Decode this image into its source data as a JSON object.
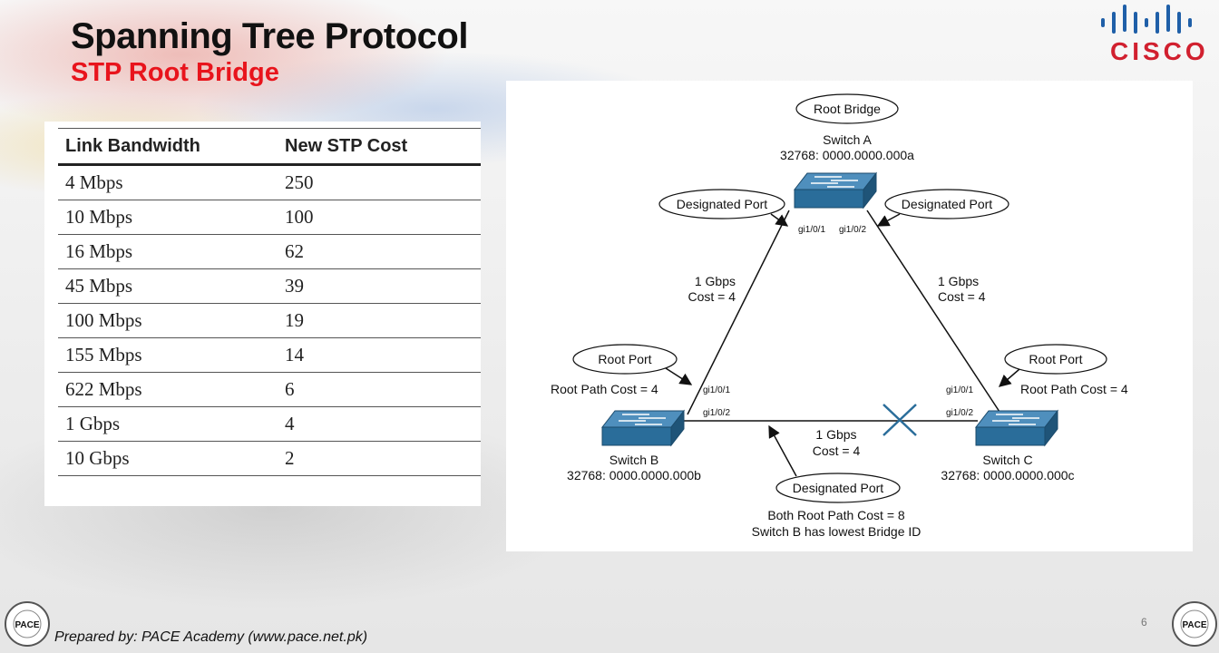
{
  "header": {
    "title": "Spanning Tree Protocol",
    "subtitle": "STP Root Bridge",
    "brand": {
      "name": "cisco-logo",
      "color": "#d1202f",
      "bar_color": "#1f5fa8"
    }
  },
  "cost_table": {
    "headers": [
      "Link Bandwidth",
      "New STP Cost"
    ],
    "rows": [
      [
        "4 Mbps",
        "250"
      ],
      [
        "10 Mbps",
        "100"
      ],
      [
        "16 Mbps",
        "62"
      ],
      [
        "45 Mbps",
        "39"
      ],
      [
        "100 Mbps",
        "19"
      ],
      [
        "155 Mbps",
        "14"
      ],
      [
        "622 Mbps",
        "6"
      ],
      [
        "1 Gbps",
        "4"
      ],
      [
        "10 Gbps",
        "2"
      ]
    ]
  },
  "diagram": {
    "switch_color": "#2a6d9a",
    "switch_a": {
      "role": "Root Bridge",
      "name": "Switch A",
      "bridge_id": "32768: 0000.0000.000a",
      "port_left": "gi1/0/1",
      "port_right": "gi1/0/2"
    },
    "switch_b": {
      "name": "Switch B",
      "bridge_id": "32768: 0000.0000.000b",
      "port_top": "gi1/0/1",
      "port_right": "gi1/0/2",
      "path_cost": "Root Path Cost = 4"
    },
    "switch_c": {
      "name": "Switch C",
      "bridge_id": "32768: 0000.0000.000c",
      "port_top": "gi1/0/1",
      "port_left": "gi1/0/2",
      "path_cost": "Root Path Cost = 4"
    },
    "labels": {
      "designated_port": "Designated Port",
      "root_port": "Root Port"
    },
    "link_ab": {
      "speed": "1 Gbps",
      "cost": "Cost = 4"
    },
    "link_ac": {
      "speed": "1 Gbps",
      "cost": "Cost = 4"
    },
    "link_bc": {
      "speed": "1 Gbps",
      "cost": "Cost = 4"
    },
    "note_line1": "Both Root Path Cost = 8",
    "note_line2": "Switch B has lowest Bridge ID"
  },
  "footer": {
    "credit": "Prepared by: PACE Academy (www.pace.net.pk)",
    "page_number": "6",
    "logo_text": "PACE"
  }
}
